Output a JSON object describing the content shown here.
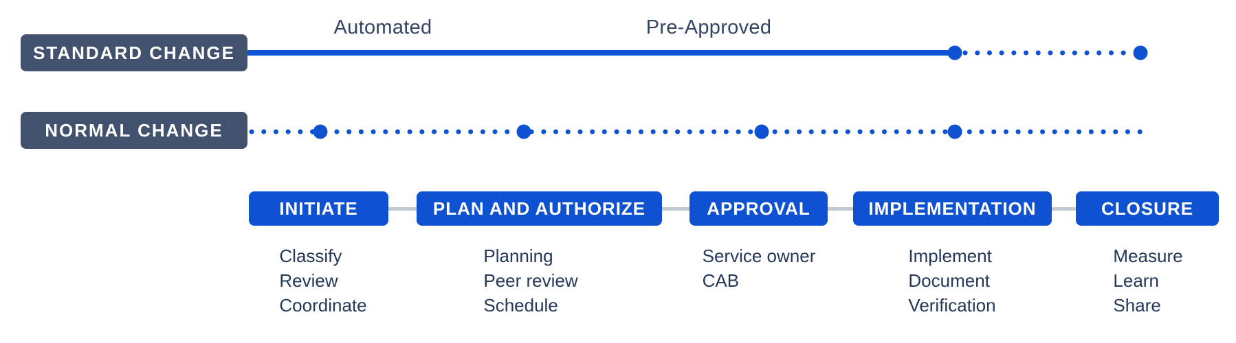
{
  "colors": {
    "blue": "#0E51D1",
    "slate": "#42526E",
    "label-text": "#344563",
    "list-text": "#253858",
    "connector": "#C3C9D2",
    "badge-text": "#FFFFFF",
    "bg": "#FFFFFF"
  },
  "tracks": [
    {
      "label": "STANDARD CHANGE",
      "line_style": "solid, becomes dotted after implementation milestone"
    },
    {
      "label": "NORMAL CHANGE",
      "line_style": "dotted with milestone dots at each stage"
    }
  ],
  "phase_annotations": [
    {
      "label": "Automated"
    },
    {
      "label": "Pre-Approved"
    }
  ],
  "stages": [
    {
      "label": "INITIATE",
      "items": [
        "Classify",
        "Review",
        "Coordinate"
      ]
    },
    {
      "label": "PLAN AND AUTHORIZE",
      "items": [
        "Planning",
        "Peer review",
        "Schedule"
      ]
    },
    {
      "label": "APPROVAL",
      "items": [
        "Service owner",
        "CAB"
      ]
    },
    {
      "label": "IMPLEMENTATION",
      "items": [
        "Implement",
        "Document",
        "Verification"
      ]
    },
    {
      "label": "CLOSURE",
      "items": [
        "Measure",
        "Learn",
        "Share"
      ]
    }
  ]
}
